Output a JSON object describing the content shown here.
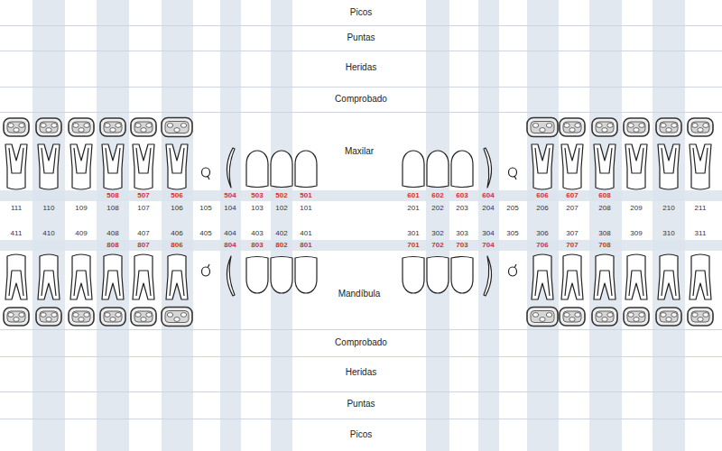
{
  "diagram": {
    "labels": [
      "Picos",
      "Puntas",
      "Heridas",
      "Comprobado",
      "Maxilar",
      "508",
      "507",
      "506",
      "504",
      "503",
      "502",
      "501",
      "601",
      "602",
      "603",
      "604",
      "606",
      "607",
      "608",
      "111",
      "110",
      "109",
      "108",
      "107",
      "106",
      "105",
      "104",
      "103",
      "102",
      "101",
      "201",
      "202",
      "203",
      "204",
      "205",
      "206",
      "207",
      "208",
      "209",
      "210",
      "211",
      "411",
      "410",
      "409",
      "408",
      "407",
      "406",
      "405",
      "404",
      "403",
      "402",
      "401",
      "301",
      "302",
      "303",
      "304",
      "305",
      "306",
      "307",
      "308",
      "309",
      "310",
      "311",
      "808",
      "807",
      "806",
      "804",
      "803",
      "802",
      "801",
      "701",
      "702",
      "703",
      "704",
      "706",
      "707",
      "708",
      "Mandíbula",
      "Comprobado",
      "Heridas",
      "Puntas",
      "Picos"
    ]
  }
}
